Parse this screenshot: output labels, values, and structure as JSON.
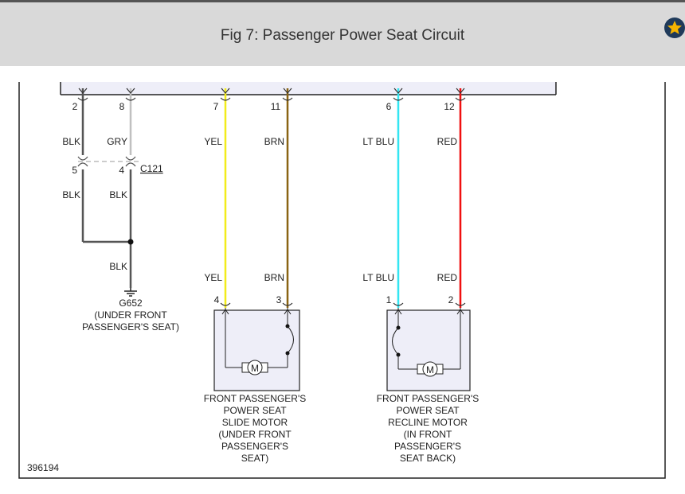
{
  "page": {
    "title": "Fig 7: Passenger Power Seat Circuit"
  },
  "toolbar": {
    "favorite_icon": "star-icon",
    "accent": "#1f3a5a",
    "star_color": "#f5b400"
  },
  "diagram": {
    "id": "396194",
    "connector_top": {
      "pins": [
        {
          "pin": "2",
          "wire": "BLK",
          "color": "#555555"
        },
        {
          "pin": "8",
          "wire": "GRY",
          "color": "#c0c0c0"
        },
        {
          "pin": "7",
          "wire": "YEL",
          "color": "#f2ec1a"
        },
        {
          "pin": "11",
          "wire": "BRN",
          "color": "#8a6414"
        },
        {
          "pin": "6",
          "wire": "LT BLU",
          "color": "#33e6f2"
        },
        {
          "pin": "12",
          "wire": "RED",
          "color": "#f01010"
        }
      ]
    },
    "connector_c121": {
      "name": "C121",
      "pin_left": "5",
      "pin_right": "4",
      "wire_left": "BLK",
      "wire_right": "BLK"
    },
    "ground": {
      "wire": "BLK",
      "name": "G652",
      "location_line1": "(UNDER FRONT",
      "location_line2": "PASSENGER'S SEAT)"
    },
    "slide_motor": {
      "pin_left": "4",
      "pin_right": "3",
      "wire_left": "YEL",
      "wire_right": "BRN",
      "symbol": "M",
      "label_lines": [
        "FRONT PASSENGER'S",
        "POWER SEAT",
        "SLIDE MOTOR",
        "(UNDER FRONT",
        "PASSENGER'S",
        "SEAT)"
      ]
    },
    "recline_motor": {
      "pin_left": "1",
      "pin_right": "2",
      "wire_left": "LT BLU",
      "wire_right": "RED",
      "symbol": "M",
      "label_lines": [
        "FRONT PASSENGER'S",
        "POWER SEAT",
        "RECLINE MOTOR",
        "(IN FRONT",
        "PASSENGER'S",
        "SEAT BACK)"
      ]
    }
  }
}
